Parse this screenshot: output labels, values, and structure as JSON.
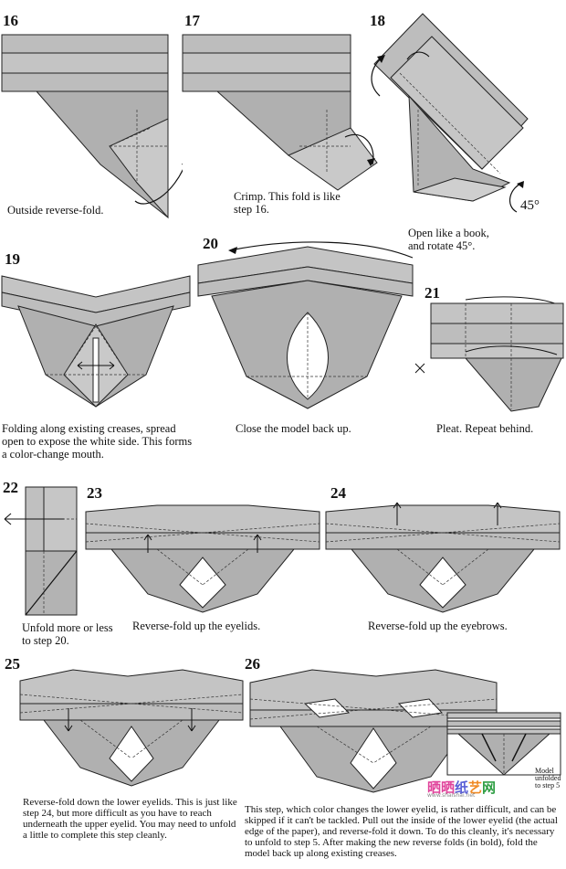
{
  "steps": [
    {
      "num": "16",
      "caption": "Outside reverse-fold."
    },
    {
      "num": "17",
      "caption": "Crimp.  This fold is like step 16."
    },
    {
      "num": "18",
      "caption": "Open like a book, and rotate 45°.",
      "badge": "45°"
    },
    {
      "num": "19",
      "caption": "Folding along existing creases, spread open to expose the white side.  This forms a color-change mouth."
    },
    {
      "num": "20",
      "caption": "Close the model back up."
    },
    {
      "num": "21",
      "caption": "Pleat.  Repeat behind."
    },
    {
      "num": "22",
      "caption": "Unfold more or less to step 20."
    },
    {
      "num": "23",
      "caption": "Reverse-fold up the eyelids."
    },
    {
      "num": "24",
      "caption": "Reverse-fold up the eyebrows."
    },
    {
      "num": "25",
      "caption": "Reverse-fold down the lower eyelids. This is just like step 24, but more difficult as you have to reach underneath the upper eyelid.  You may need to unfold a little to complete this step cleanly."
    },
    {
      "num": "26",
      "caption": "This step, which color changes the lower eyelid, is rather difficult, and can be skipped if it can't be tackled.  Pull out the inside of the lower eyelid (the actual edge of the paper), and reverse-fold it down. To do this cleanly, it's necessary to unfold to step 5.  After making the new reverse folds (in bold), fold the model back up along existing creases.",
      "inset_note": "Model unfolded to step 5"
    }
  ],
  "watermark": {
    "part1": "晒晒",
    "part2": "纸",
    "part3": "艺",
    "part4": "网",
    "sub": "www.shaishai.net"
  }
}
